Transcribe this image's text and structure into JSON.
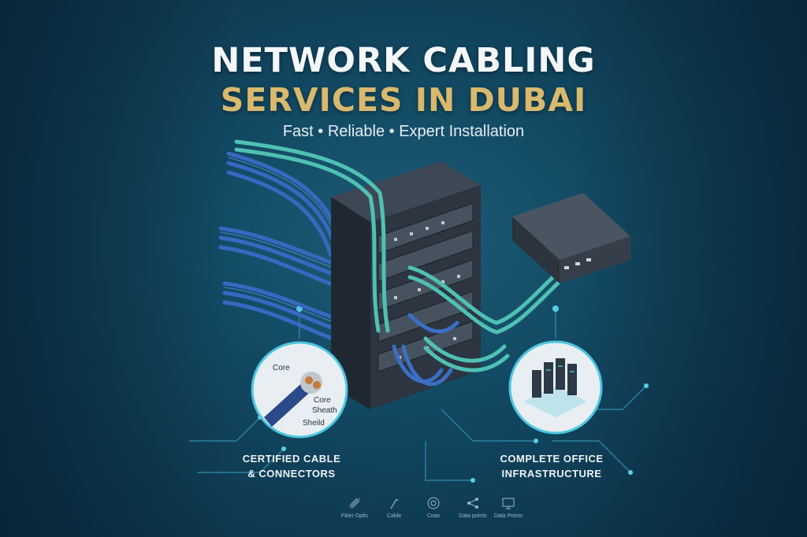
{
  "header": {
    "title_line1": "NETWORK CABLING",
    "title_line2": "SERVICES IN DUBAI",
    "subtitle": "Fast • Reliable • Expert Installation"
  },
  "cable_diagram": {
    "labels": [
      "Core",
      "Core",
      "Sheath",
      "Sheild"
    ]
  },
  "features": {
    "left_caption_line1": "CERTIFIED CABLE",
    "left_caption_line2": "& CONNECTORS",
    "right_caption_line1": "COMPLETE OFFICE",
    "right_caption_line2": "INFRASTRUCTURE"
  },
  "icon_row": [
    {
      "icon": "fiber-optic-icon",
      "label": "Fiber Optic"
    },
    {
      "icon": "cable-icon",
      "label": "Cable"
    },
    {
      "icon": "coax-icon",
      "label": "Coax"
    },
    {
      "icon": "data-points-icon",
      "label": "Data points"
    },
    {
      "icon": "monitor-icon",
      "label": "Data Points"
    }
  ],
  "colors": {
    "background": "#134a64",
    "title_white": "#f4f7f9",
    "title_gold": "#d8b96d",
    "cable_blue": "#3a6fc4",
    "cable_teal": "#4fc1b3",
    "rack_dark": "#2c3540"
  }
}
